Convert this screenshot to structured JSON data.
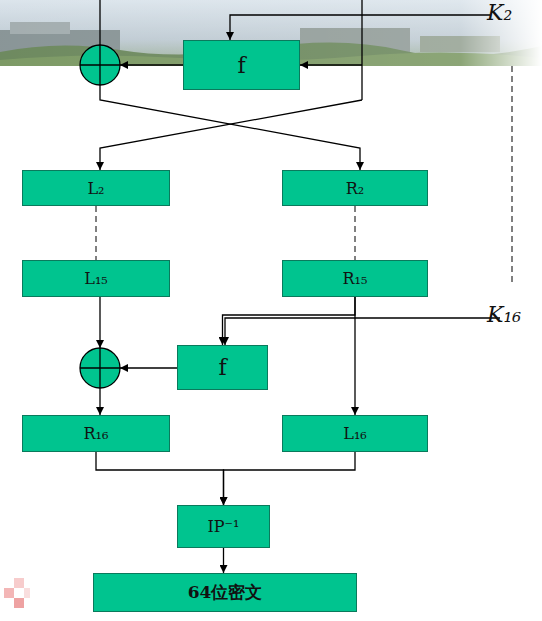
{
  "diagram": {
    "nodes": [
      {
        "text": [
          "f"
        ]
      },
      {
        "text": [
          "L₂"
        ]
      },
      {
        "text": [
          "R₂"
        ]
      },
      {
        "text": [
          "L₁₅"
        ]
      },
      {
        "text": [
          "R₁₅"
        ]
      },
      {
        "text": [
          "f"
        ]
      },
      {
        "text": [
          "R₁₆"
        ]
      },
      {
        "text": [
          "L₁₆"
        ]
      },
      {
        "text": [
          "IP⁻¹"
        ]
      },
      {
        "text": [
          "64位密文"
        ]
      }
    ],
    "edges": [
      {
        "from": 1,
        "to": 3,
        "arrow": "none"
      },
      {
        "from": 2,
        "to": 4,
        "arrow": "none"
      },
      {
        "from": 4,
        "to": 5,
        "arrow": "to"
      },
      {
        "from": 4,
        "to": 7,
        "arrow": "to"
      },
      {
        "from": 6,
        "to": 8,
        "arrow": "to"
      },
      {
        "from": 7,
        "to": 8,
        "arrow": "to"
      },
      {
        "from": 8,
        "to": 9,
        "arrow": "to"
      }
    ],
    "labels": [
      "K₂",
      "K₁₆"
    ]
  }
}
